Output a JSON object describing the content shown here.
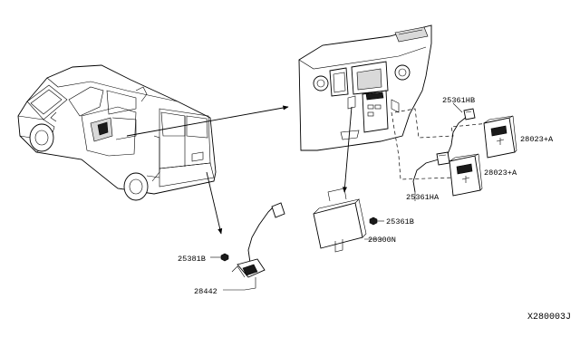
{
  "diagram": {
    "reference_code": "X280003J",
    "parts": {
      "p25381b": "25381B",
      "p28442": "28442",
      "p25361hb": "25361HB",
      "p28023a_top": "28023+A",
      "p28023a_bottom": "28023+A",
      "p25361ha": "25361HA",
      "p25361b": "25361B",
      "p28300n": "28300N"
    }
  }
}
